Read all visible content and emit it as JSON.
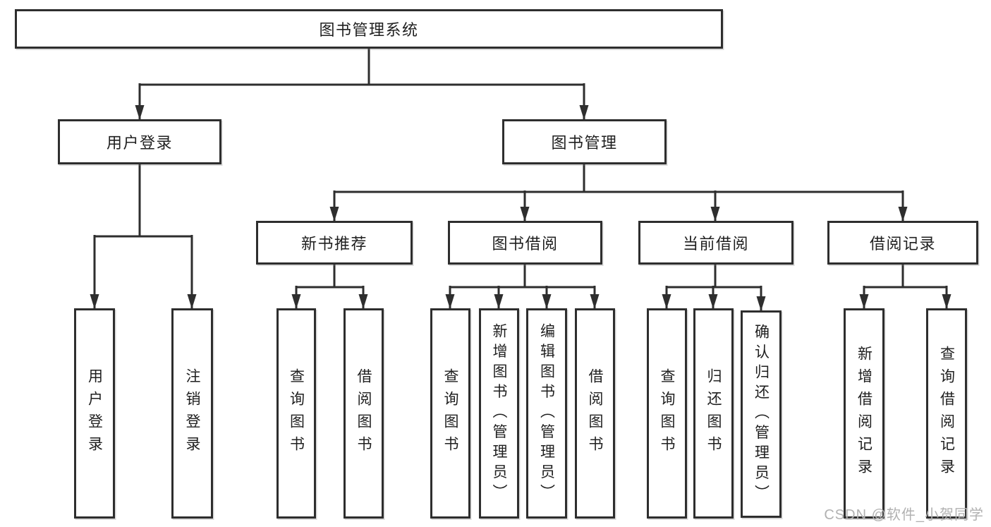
{
  "diagram": {
    "type": "hierarchy-diagram",
    "title": "图书管理系统",
    "nodes": {
      "root": "图书管理系统",
      "user_login": "用户登录",
      "book_mgmt": "图书管理",
      "new_book_rec": "新书推荐",
      "book_borrow": "图书借阅",
      "current_borrow": "当前借阅",
      "borrow_record": "借阅记录",
      "leaf_user_login": "用户登录",
      "leaf_logout": "注销登录",
      "leaf_query_books_a": "查询图书",
      "leaf_borrow_books_a": "借阅图书",
      "leaf_query_books_b": "查询图书",
      "leaf_add_books": "新增图书（管理员）",
      "leaf_edit_books": "编辑图书（管理员）",
      "leaf_borrow_books_b": "借阅图书",
      "leaf_query_books_c": "查询图书",
      "leaf_return_books": "归还图书",
      "leaf_confirm_return": "确认归还（管理员）",
      "leaf_add_borrow_record": "新增借阅记录",
      "leaf_query_borrow_record": "查询借阅记录"
    },
    "edges": [
      [
        "图书管理系统",
        "用户登录"
      ],
      [
        "图书管理系统",
        "图书管理"
      ],
      [
        "用户登录",
        "用户登录"
      ],
      [
        "用户登录",
        "注销登录"
      ],
      [
        "图书管理",
        "新书推荐"
      ],
      [
        "图书管理",
        "图书借阅"
      ],
      [
        "图书管理",
        "当前借阅"
      ],
      [
        "图书管理",
        "借阅记录"
      ],
      [
        "新书推荐",
        "查询图书"
      ],
      [
        "新书推荐",
        "借阅图书"
      ],
      [
        "图书借阅",
        "查询图书"
      ],
      [
        "图书借阅",
        "新增图书（管理员）"
      ],
      [
        "图书借阅",
        "编辑图书（管理员）"
      ],
      [
        "图书借阅",
        "借阅图书"
      ],
      [
        "当前借阅",
        "查询图书"
      ],
      [
        "当前借阅",
        "归还图书"
      ],
      [
        "当前借阅",
        "确认归还（管理员）"
      ],
      [
        "借阅记录",
        "新增借阅记录"
      ],
      [
        "借阅记录",
        "查询借阅记录"
      ]
    ],
    "colors": {
      "line": "#2e2e2e",
      "border": "#2e2e2e",
      "text": "#1f1f1f",
      "background": "#ffffff",
      "watermark": "#b1b1b1"
    },
    "watermark": "CSDN @软件_小贺同学"
  }
}
